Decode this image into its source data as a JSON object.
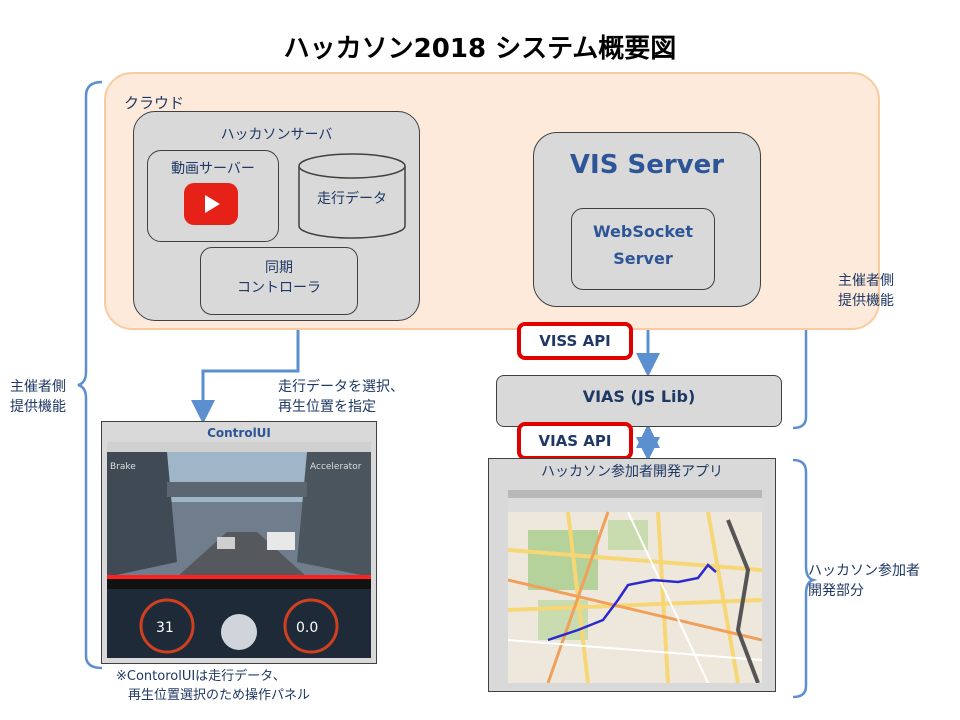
{
  "title": "ハッカソン2018  システム概要図",
  "cloud": {
    "label": "クラウド"
  },
  "hackathon_server": {
    "label": "ハッカソンサーバ",
    "video_server": "動画サーバー",
    "drive_data": "走行データ",
    "sync_controller": [
      "同期",
      "コントローラ"
    ]
  },
  "vis_server": {
    "label": "VIS Server",
    "websocket": [
      "WebSocket",
      "Server"
    ]
  },
  "viss_api": "VISS API",
  "vias_lib": "VIAS (JS Lib)",
  "vias_api": "VIAS API",
  "left_bracket_label": [
    "主催者側",
    "提供機能"
  ],
  "right_top_bracket_label": [
    "主催者側",
    "提供機能"
  ],
  "right_bottom_bracket_label": [
    "ハッカソン参加者",
    "開発部分"
  ],
  "control_annotation": [
    "走行データを選択、",
    "再生位置を指定"
  ],
  "control_ui": {
    "title": "ControlUI",
    "brake": "Brake",
    "accelerator": "Accelerator",
    "speed": "31",
    "pedal": "0.0"
  },
  "participant_app": {
    "title": "ハッカソン参加者開発アプリ"
  },
  "note": [
    "※ContorolUIは走行データ、",
    "再生位置選択のため操作パネル"
  ],
  "colors": {
    "cloud_fill": "#fdeadb",
    "cloud_border": "#f8cba0",
    "arrow": "#5b8fd0",
    "api_border": "#e00000",
    "text": "#1f3864",
    "vis_text": "#2e5597",
    "route": "#2a2acf"
  }
}
